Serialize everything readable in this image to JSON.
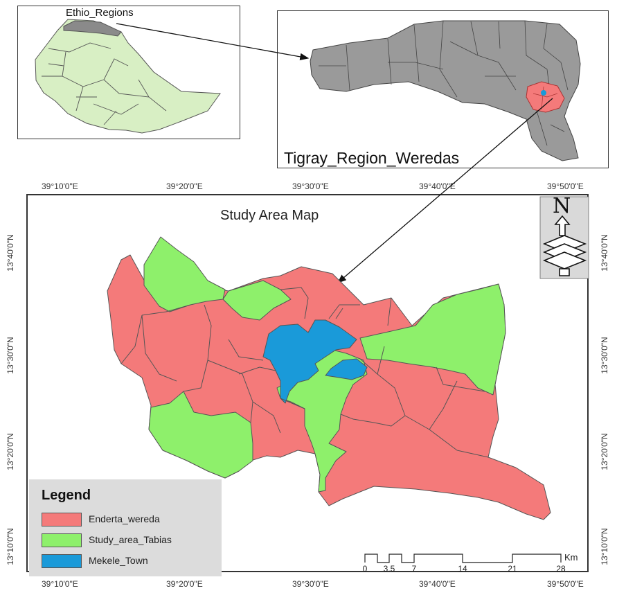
{
  "inset_ethiopia": {
    "title": "Ethio_Regions"
  },
  "inset_tigray": {
    "title": "Tigray_Region_Weredas"
  },
  "main_map": {
    "title": "Study Area Map",
    "top_ticks": [
      "39°10'0\"E",
      "39°20'0\"E",
      "39°30'0\"E",
      "39°40'0\"E",
      "39°50'0\"E"
    ],
    "bottom_ticks": [
      "39°10'0\"E",
      "39°20'0\"E",
      "39°30'0\"E",
      "39°40'0\"E",
      "39°50'0\"E"
    ],
    "left_ticks": [
      "13°40'0\"N",
      "13°30'0\"N",
      "13°20'0\"N",
      "13°10'0\"N"
    ],
    "right_ticks": [
      "13°40'0\"N",
      "13°30'0\"N",
      "13°20'0\"N",
      "13°10'0\"N"
    ]
  },
  "north_arrow": {
    "letter": "N"
  },
  "legend": {
    "title": "Legend",
    "items": [
      {
        "label": "Enderta_wereda",
        "color": "#f47a7a"
      },
      {
        "label": "Study_area_Tabias",
        "color": "#8ef06b"
      },
      {
        "label": "Mekele_Town",
        "color": "#1a9ad9"
      }
    ]
  },
  "scale_bar": {
    "labels": [
      "0",
      "3.5",
      "7",
      "14",
      "21",
      "28"
    ],
    "unit": "Km"
  },
  "colors": {
    "ethiopia": "#d8efc4",
    "tigray": "#9a9a9a",
    "enderta": "#f47a7a",
    "study": "#8ef06b",
    "mekele": "#1a9ad9"
  }
}
